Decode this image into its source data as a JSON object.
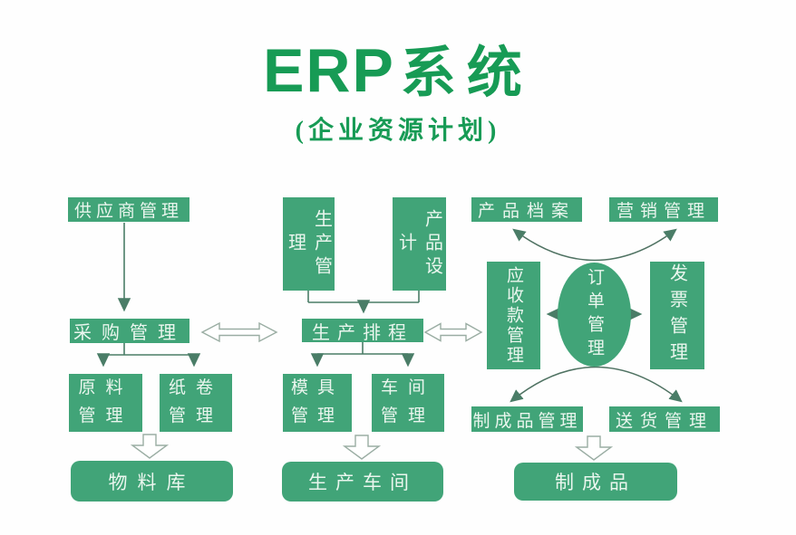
{
  "header": {
    "title_latin": "ERP",
    "title_cjk": "系统",
    "subtitle": "(企业资源计划)"
  },
  "nodes": {
    "supplier": {
      "label": "供应商管理"
    },
    "production_mgmt": {
      "label": "生产管理"
    },
    "product_design": {
      "label": "产品设计"
    },
    "product_archive": {
      "label": "产品档案"
    },
    "marketing": {
      "label": "营销管理"
    },
    "purchasing": {
      "label": "采购管理"
    },
    "production_schedule": {
      "label": "生产排程"
    },
    "receivables": {
      "label": "应收款管理"
    },
    "order_mgmt": {
      "label": "订单管理"
    },
    "invoice": {
      "label": "发票管理"
    },
    "raw_material": {
      "label": "原料管理"
    },
    "paper_roll": {
      "label": "纸卷管理"
    },
    "mold_mgmt": {
      "label": "模具管理"
    },
    "workshop_mgmt": {
      "label": "车间管理"
    },
    "finished_goods_mgmt": {
      "label": "制成品管理"
    },
    "delivery": {
      "label": "送货管理"
    },
    "material_warehouse": {
      "label": "物料库"
    },
    "production_workshop": {
      "label": "生产车间"
    },
    "finished_goods": {
      "label": "制成品"
    }
  },
  "colors": {
    "box_green": "#41a478",
    "box_text": "#eaf6ee",
    "title_green": "#179b55",
    "arrow_green": "#4a7d67",
    "hollow_arrow_outline": "#9aada3",
    "background": "#fefefe"
  }
}
